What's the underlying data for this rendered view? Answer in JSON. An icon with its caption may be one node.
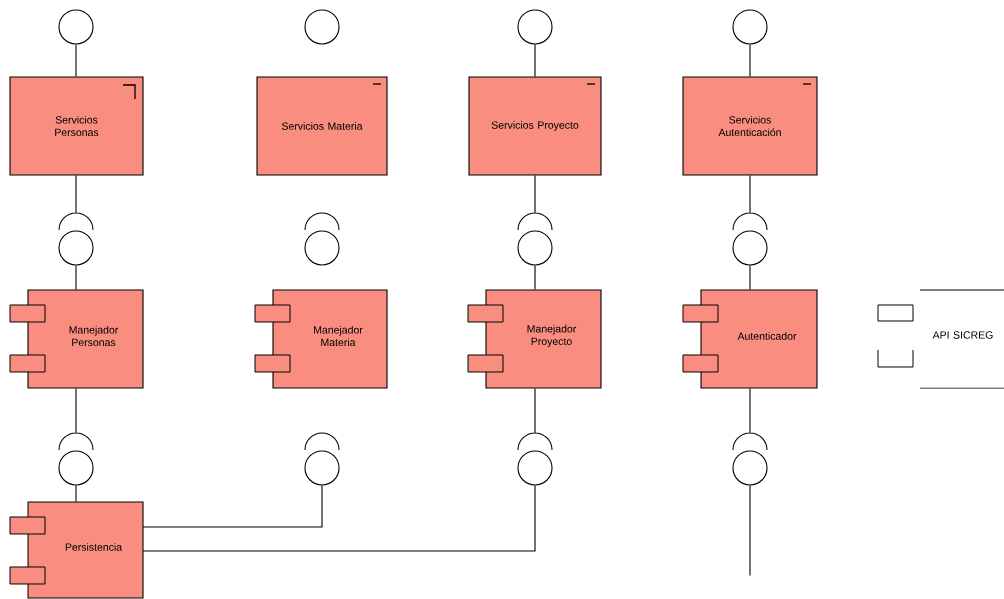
{
  "diagram": {
    "nodes": [
      {
        "text": [],
        "shape": "circle"
      },
      {
        "text": [],
        "shape": "circle"
      },
      {
        "text": [],
        "shape": "circle"
      },
      {
        "text": [],
        "shape": "circle"
      },
      {
        "text": [
          "Servicios Personas"
        ]
      },
      {
        "text": [
          "Servicios Materia"
        ]
      },
      {
        "text": [
          "Servicios Proyecto"
        ]
      },
      {
        "text": [
          "Servicios Autenticación"
        ]
      },
      {
        "text": [],
        "shape": "circle"
      },
      {
        "text": [],
        "shape": "circle"
      },
      {
        "text": [],
        "shape": "circle"
      },
      {
        "text": [],
        "shape": "circle"
      },
      {
        "text": [
          "Manejador Personas"
        ]
      },
      {
        "text": [
          "Manejador Materia"
        ]
      },
      {
        "text": [
          "Manejador Proyecto"
        ]
      },
      {
        "text": [
          "Autenticador"
        ]
      },
      {
        "text": [
          "API SICREG"
        ]
      },
      {
        "text": [],
        "shape": "circle"
      },
      {
        "text": [],
        "shape": "circle"
      },
      {
        "text": [],
        "shape": "circle"
      },
      {
        "text": [],
        "shape": "circle"
      },
      {
        "text": [
          "Persistencia"
        ]
      }
    ],
    "edges": [
      {
        "from": 0,
        "to": 4,
        "arrow": "none"
      },
      {
        "from": 2,
        "to": 6,
        "arrow": "none"
      },
      {
        "from": 3,
        "to": 7,
        "arrow": "none"
      },
      {
        "from": 4,
        "to": 8,
        "arrow": "other"
      },
      {
        "from": 6,
        "to": 10,
        "arrow": "other"
      },
      {
        "from": 7,
        "to": 11,
        "arrow": "other"
      },
      {
        "from": 8,
        "to": 12,
        "arrow": "none"
      },
      {
        "from": 10,
        "to": 14,
        "arrow": "none"
      },
      {
        "from": 11,
        "to": 15,
        "arrow": "none"
      },
      {
        "from": 12,
        "to": 17,
        "arrow": "other"
      },
      {
        "from": 14,
        "to": 19,
        "arrow": "other"
      },
      {
        "from": 15,
        "to": 20,
        "arrow": "other"
      },
      {
        "from": 17,
        "to": 21,
        "arrow": "none"
      },
      {
        "from": 21,
        "to": 18,
        "arrow": "none"
      },
      {
        "from": 21,
        "to": 19,
        "arrow": "none"
      },
      {
        "from": 20,
        "to": null,
        "arrow": "none"
      }
    ]
  }
}
